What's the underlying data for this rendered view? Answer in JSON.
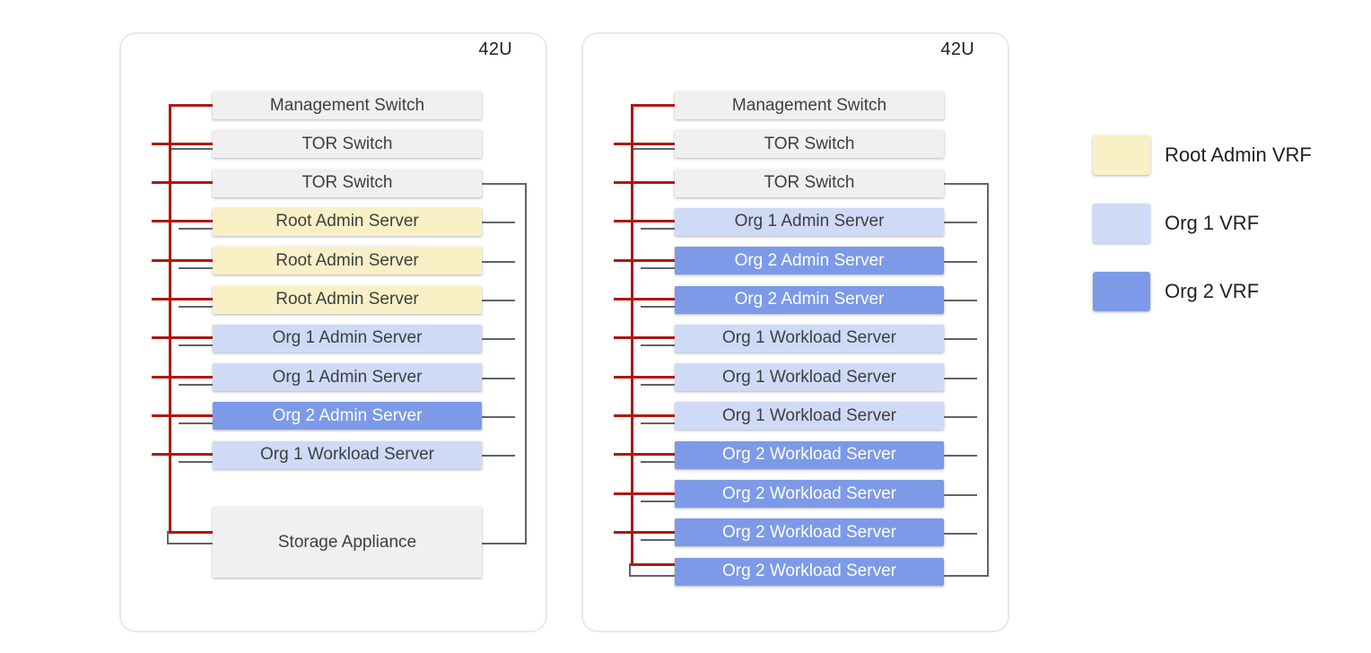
{
  "colors": {
    "management_network_line": "#b01712",
    "data_network_line": "#5f6368",
    "rack_border": "#e7e9ec",
    "gray_box": "#f0f0f0",
    "root_admin_vrf": "#faf0c6",
    "org1_vrf": "#cfdaf7",
    "org2_vrf": "#7d9ae8",
    "box_text": "#3c4043",
    "box_text_on_dark": "#fdfeff"
  },
  "racks": [
    {
      "name": "rack-1",
      "capacity_label": "42U",
      "rows": [
        {
          "label": "Management Switch",
          "type": "gray"
        },
        {
          "label": "TOR Switch",
          "type": "gray"
        },
        {
          "label": "TOR Switch",
          "type": "gray"
        },
        {
          "label": "Root Admin Server",
          "type": "root-admin"
        },
        {
          "label": "Root Admin Server",
          "type": "root-admin"
        },
        {
          "label": "Root Admin Server",
          "type": "root-admin"
        },
        {
          "label": "Org 1 Admin Server",
          "type": "org1"
        },
        {
          "label": "Org 1 Admin Server",
          "type": "org1"
        },
        {
          "label": "Org 2 Admin Server",
          "type": "org2"
        },
        {
          "label": "Org 1 Workload Server",
          "type": "org1"
        },
        {
          "label": "Storage Appliance",
          "type": "gray",
          "tall": true
        }
      ]
    },
    {
      "name": "rack-2",
      "capacity_label": "42U",
      "rows": [
        {
          "label": "Management Switch",
          "type": "gray"
        },
        {
          "label": "TOR Switch",
          "type": "gray"
        },
        {
          "label": "TOR Switch",
          "type": "gray"
        },
        {
          "label": "Org 1 Admin Server",
          "type": "org1"
        },
        {
          "label": "Org 2 Admin Server",
          "type": "org2"
        },
        {
          "label": "Org 2 Admin Server",
          "type": "org2"
        },
        {
          "label": "Org 1 Workload Server",
          "type": "org1"
        },
        {
          "label": "Org 1 Workload Server",
          "type": "org1"
        },
        {
          "label": "Org 1 Workload Server",
          "type": "org1"
        },
        {
          "label": "Org 2 Workload Server",
          "type": "org2"
        },
        {
          "label": "Org 2 Workload Server",
          "type": "org2"
        },
        {
          "label": "Org 2 Workload Server",
          "type": "org2"
        },
        {
          "label": "Org 2 Workload Server",
          "type": "org2"
        }
      ]
    }
  ],
  "legend": {
    "items": [
      {
        "label": "Root Admin VRF",
        "type": "root-admin"
      },
      {
        "label": "Org 1 VRF",
        "type": "org1"
      },
      {
        "label": "Org 2 VRF",
        "type": "org2"
      }
    ]
  }
}
